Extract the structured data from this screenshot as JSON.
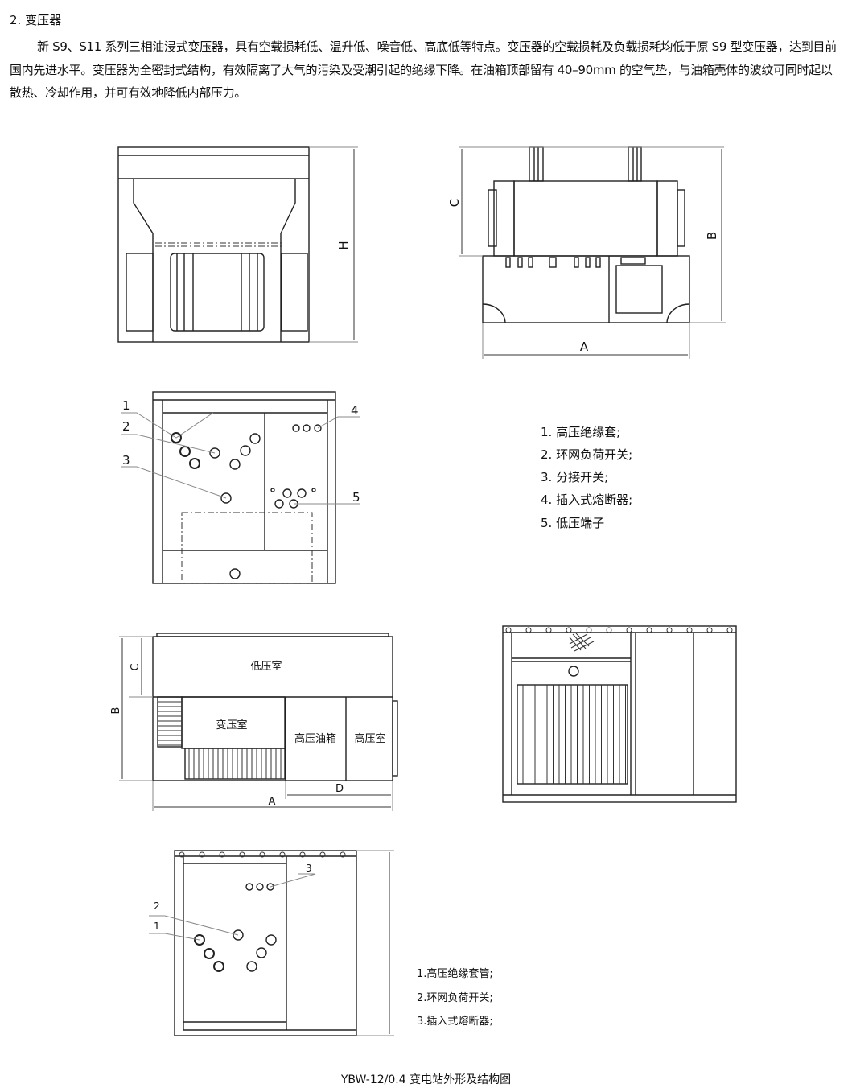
{
  "heading": "2. 变压器",
  "paragraph": "新 S9、S11 系列三相油浸式变压器，具有空载损耗低、温升低、噪音低、高底低等特点。变压器的空载损耗及负载损耗均低于原 S9 型变压器，达到目前国内先进水平。变压器为全密封式结构，有效隔离了大气的污染及受潮引起的绝缘下降。在油箱顶部留有 40–90mm 的空气垫，与油箱壳体的波纹可同时起以散热、冷却作用，并可有效地降低内部压力。",
  "dims": {
    "H": "H",
    "A": "A",
    "B": "B",
    "C": "C",
    "D": "D"
  },
  "callouts": [
    "1",
    "2",
    "3",
    "4",
    "5"
  ],
  "legend1": [
    "1. 高压绝缘套;",
    "2. 环网负荷开关;",
    "3. 分接开关;",
    "4. 插入式熔断器;",
    "5. 低压端子"
  ],
  "rooms": {
    "low": "低压室",
    "transformer": "变压室",
    "hv_tank": "高压油箱",
    "hv": "高压室"
  },
  "legend2": [
    "1.高压绝缘套管;",
    "2.环网负荷开关;",
    "3.插入式熔断器;"
  ],
  "caption": "YBW-12/0.4 变电站外形及结构图"
}
